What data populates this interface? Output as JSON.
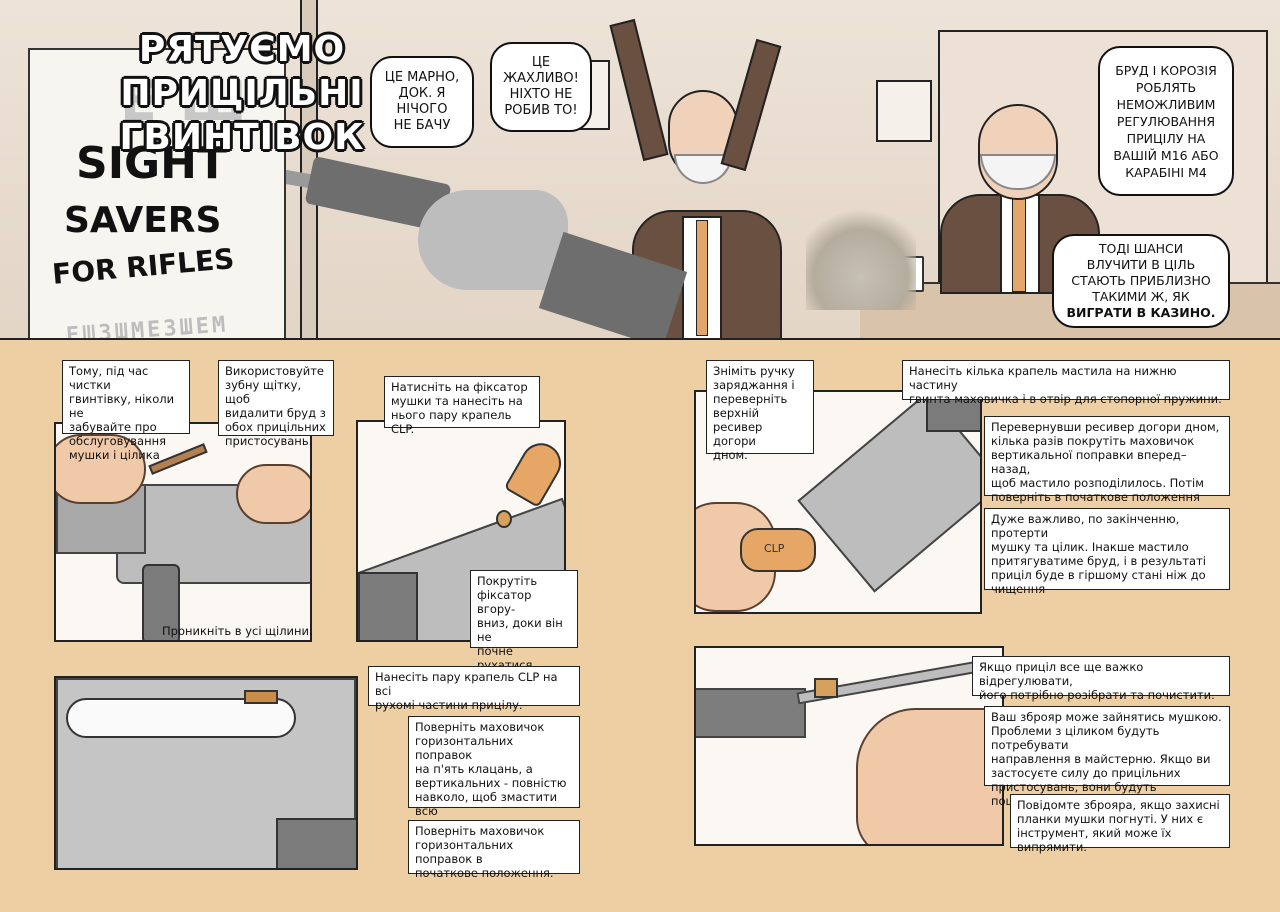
{
  "header": {
    "title_line1": "РЯТУЄМО ПРИЦІЛЬНІ",
    "title_line2": "ГВИНТІВОК",
    "sign": {
      "top_letters": "Е Ш",
      "line1": "SIGHT",
      "line2": "SAVERS",
      "line3": "FOR RIFLES",
      "bottom_letters": "ЕШЗШМЕЗШЕМ"
    },
    "bubbles": {
      "rifle": "ЦЕ МАРНО,\nДОК. Я\nНІЧОГО\nНЕ БАЧУ",
      "doctor_shocked": "ЦЕ\nЖАХЛИВО!\nНІХТО НЕ\nРОБИВ ТО!",
      "doctor_explains": "БРУД І КОРОЗІЯ\nРОБЛЯТЬ\nНЕМОЖЛИВИМ\nРЕГУЛЮВАННЯ\nПРИЦІЛУ НА\nВАШІЙ М16 АБО\nКАРАБІНІ М4",
      "doctor_chances_main": "ТОДІ ШАНСИ\nВЛУЧИТИ В ЦІЛЬ\nСТАЮТЬ ПРИБЛИЗНО\nТАКИМИ Ж, ЯК",
      "doctor_chances_bold": "ВИГРАТИ В КАЗИНО."
    }
  },
  "left_page": {
    "step1_note": "Тому, під час чистки\nгвинтівку, ніколи не\nзабувайте про\nобслуговування\nмушки і цілика",
    "step2_note": "Використовуйте\nзубну щітку, щоб\nвидалити бруд з\nобох прицільних\nпристосувань.",
    "step1_caption": "Проникніть в усі щілини.",
    "step3_note": "Натисніть на фіксатор\nмушки та нанесіть на\nнього пару крапель CLP.",
    "step3_sub": "Покрутіть\nфіксатор вгору-\nвниз, доки він не\nпочне рухатися\nплавно.",
    "step4_note": "Нанесіть пару крапель CLP на всі\nрухомі частини прицілу.",
    "step5_note": "Поверніть маховичок\nгоризонтальних поправок\nна п'ять клацань, а\nвертикальних - повністю\nнавколо, щоб змастити всю\nповерхню.",
    "step6_note": "Поверніть маховичок\nгоризонтальних поправок в\nпочаткове положення."
  },
  "right_page": {
    "step7_note": "Зніміть ручку\nзаряджання і\nпереверніть\nверхній\nресивер догори\nдном.",
    "clp_label": "CLP",
    "step8_note": "Нанесіть кілька крапель мастила на нижню частину\nгвинта маховичка і в отвір для стопорної пружини.",
    "step9_note": "Перевернувши ресивер догори дном,\nкілька разів покрутіть маховичок\nвертикальної поправки вперед–назад,\nщоб мастило розподілилось. Потім\nповерніть в початкове положення",
    "step10_note": "Дуже важливо, по закінченню, протерти\nмушку та цілик. Інакше мастило\nпритягуватиме бруд, і в результаті\nприціл буде в гіршому стані ніж до\nчищення",
    "step11_note": "Якщо приціл все ще важко відрегулювати,\nйого потрібно розібрати та почистити.",
    "step12_note": "Ваш зброяр може зайнятись мушкою.\nПроблеми з ціликом будуть потребувати\nнаправлення в майстерню. Якщо ви\nзастосуєте силу до прицільних\nпристосувань, вони будуть пошкоджені.",
    "step13_note": "Повідомте зброяра, якщо захисні\nпланки мушки погнуті. У них є\nінструмент, який може їх випрямити."
  },
  "colors": {
    "page_background": "#eecea3",
    "top_band": "#e6d9cc",
    "ink": "#111111",
    "metal": "#bdbdbd",
    "skin": "#f0c9a8"
  }
}
